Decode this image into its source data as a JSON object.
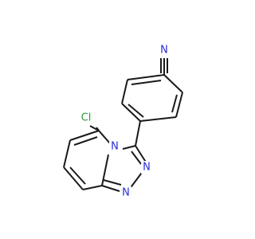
{
  "molecule": {
    "atoms": {
      "nitrile_n": {
        "symbol": "N",
        "color": "#2b2bd6"
      },
      "chlorine": {
        "symbol": "Cl",
        "color": "#2f9a2f"
      },
      "bridgehead_n": {
        "symbol": "N",
        "color": "#2b2bd6"
      },
      "triazole_n1": {
        "symbol": "N",
        "color": "#2b2bd6"
      },
      "triazole_n2": {
        "symbol": "N",
        "color": "#2b2bd6"
      }
    },
    "bond_color": "#1a1a1a"
  }
}
